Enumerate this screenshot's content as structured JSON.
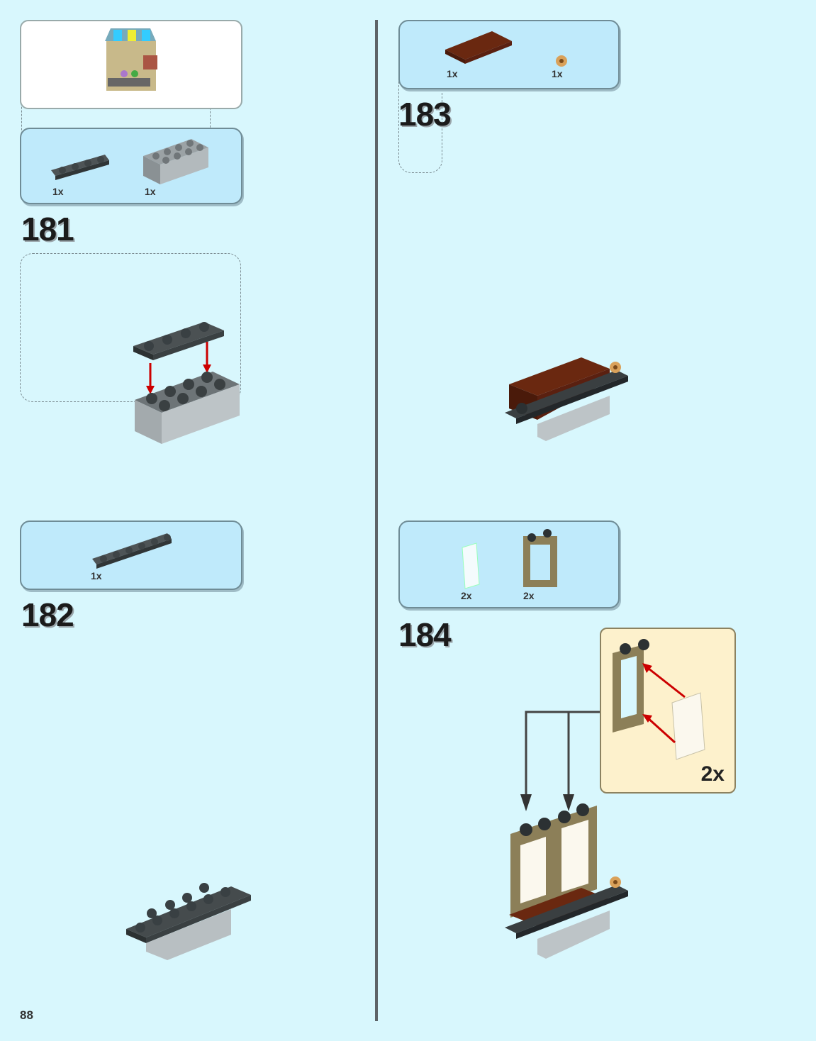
{
  "page_number": "88",
  "steps": [
    {
      "number": "181",
      "parts": [
        {
          "qty": "1x",
          "icon": "dark-gray-plate-1x4-icon"
        },
        {
          "qty": "1x",
          "icon": "light-gray-brick-2x4-icon"
        }
      ]
    },
    {
      "number": "182",
      "parts": [
        {
          "qty": "1x",
          "icon": "dark-gray-plate-1x6-icon"
        }
      ]
    },
    {
      "number": "183",
      "parts": [
        {
          "qty": "1x",
          "icon": "reddish-brown-plate-2x4-icon"
        },
        {
          "qty": "1x",
          "icon": "tan-flower-icon"
        }
      ]
    },
    {
      "number": "184",
      "parts": [
        {
          "qty": "2x",
          "icon": "window-glass-icon"
        },
        {
          "qty": "2x",
          "icon": "window-frame-icon"
        }
      ],
      "sub_assembly_qty": "2x"
    }
  ],
  "colors": {
    "background": "#d8f7fd",
    "parts_box": "#bfeafb",
    "sub_assembly_box": "#fdf1cc",
    "arrow": "#cc0000"
  }
}
